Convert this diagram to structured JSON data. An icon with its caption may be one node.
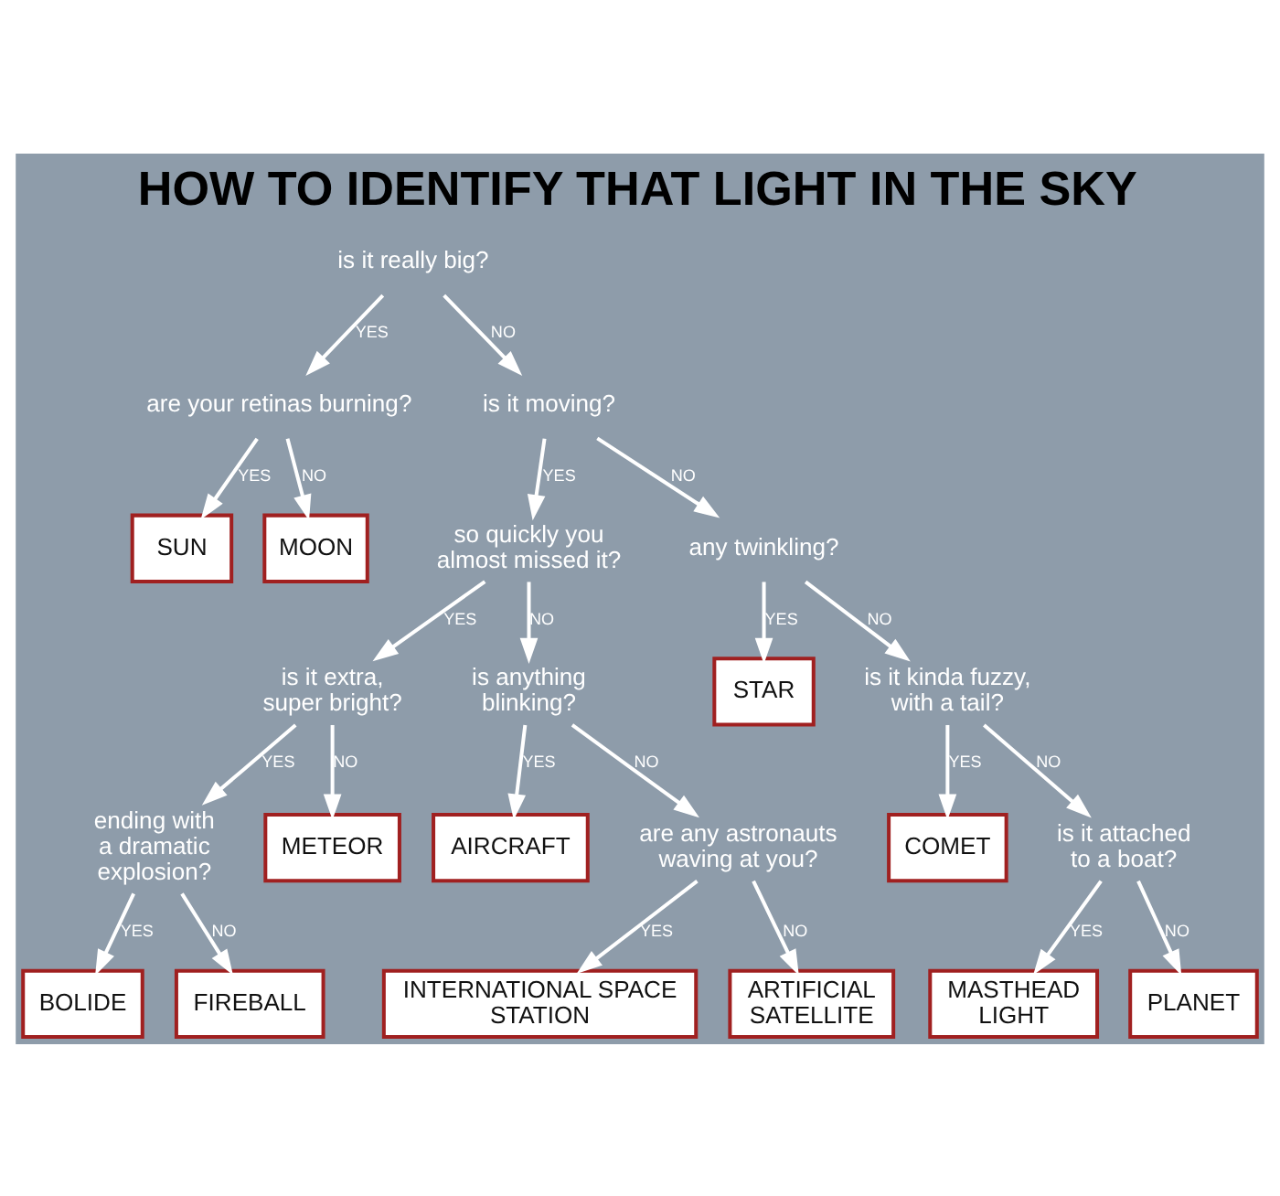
{
  "diagram": {
    "title": "HOW TO IDENTIFY THAT LIGHT IN THE SKY",
    "nodes": [
      {
        "text": [
          "is it really big?"
        ]
      },
      {
        "text": [
          "are your retinas burning?"
        ]
      },
      {
        "text": [
          "is it moving?"
        ]
      },
      {
        "text": [
          "SUN"
        ]
      },
      {
        "text": [
          "MOON"
        ]
      },
      {
        "text": [
          "so quickly you almost missed it?"
        ]
      },
      {
        "text": [
          "any twinkling?"
        ]
      },
      {
        "text": [
          "is it extra, super bright?"
        ]
      },
      {
        "text": [
          "is anything blinking?"
        ]
      },
      {
        "text": [
          "STAR"
        ]
      },
      {
        "text": [
          "is it kinda fuzzy, with a tail?"
        ]
      },
      {
        "text": [
          "ending with a dramatic explosion?"
        ]
      },
      {
        "text": [
          "METEOR"
        ]
      },
      {
        "text": [
          "AIRCRAFT"
        ]
      },
      {
        "text": [
          "are any astronauts waving at you?"
        ]
      },
      {
        "text": [
          "COMET"
        ]
      },
      {
        "text": [
          "is it attached to a boat?"
        ]
      },
      {
        "text": [
          "BOLIDE"
        ]
      },
      {
        "text": [
          "FIREBALL"
        ]
      },
      {
        "text": [
          "INTERNATIONAL SPACE STATION"
        ]
      },
      {
        "text": [
          "ARTIFICIAL SATELLITE"
        ]
      },
      {
        "text": [
          "MASTHEAD LIGHT"
        ]
      },
      {
        "text": [
          "PLANET"
        ]
      }
    ],
    "edges": [
      {
        "from": 0,
        "to": 1,
        "arrow": "to",
        "label": "YES"
      },
      {
        "from": 0,
        "to": 2,
        "arrow": "to",
        "label": "NO"
      },
      {
        "from": 1,
        "to": 3,
        "arrow": "to",
        "label": "YES"
      },
      {
        "from": 1,
        "to": 4,
        "arrow": "to",
        "label": "NO"
      },
      {
        "from": 2,
        "to": 5,
        "arrow": "to",
        "label": "YES"
      },
      {
        "from": 2,
        "to": 6,
        "arrow": "to",
        "label": "NO"
      },
      {
        "from": 5,
        "to": 7,
        "arrow": "to",
        "label": "YES"
      },
      {
        "from": 5,
        "to": 8,
        "arrow": "to",
        "label": "NO"
      },
      {
        "from": 6,
        "to": 9,
        "arrow": "to",
        "label": "YES"
      },
      {
        "from": 6,
        "to": 10,
        "arrow": "to",
        "label": "NO"
      },
      {
        "from": 7,
        "to": 11,
        "arrow": "to",
        "label": "YES"
      },
      {
        "from": 7,
        "to": 12,
        "arrow": "to",
        "label": "NO"
      },
      {
        "from": 8,
        "to": 13,
        "arrow": "to",
        "label": "YES"
      },
      {
        "from": 8,
        "to": 14,
        "arrow": "to",
        "label": "NO"
      },
      {
        "from": 10,
        "to": 15,
        "arrow": "to",
        "label": "YES"
      },
      {
        "from": 10,
        "to": 16,
        "arrow": "to",
        "label": "NO"
      },
      {
        "from": 11,
        "to": 17,
        "arrow": "to",
        "label": "YES"
      },
      {
        "from": 11,
        "to": 18,
        "arrow": "to",
        "label": "NO"
      },
      {
        "from": 14,
        "to": 19,
        "arrow": "to",
        "label": "YES"
      },
      {
        "from": 14,
        "to": 20,
        "arrow": "to",
        "label": "NO"
      },
      {
        "from": 16,
        "to": 21,
        "arrow": "to",
        "label": "YES"
      },
      {
        "from": 16,
        "to": 22,
        "arrow": "to",
        "label": "NO"
      }
    ]
  }
}
